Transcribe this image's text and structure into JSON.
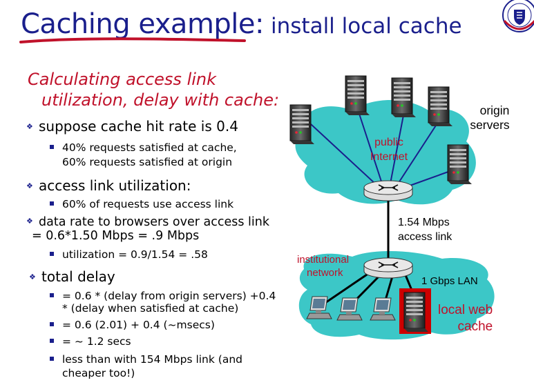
{
  "title": {
    "main": "Caching example:",
    "sub": "install local cache"
  },
  "subtitle": {
    "line1": "Calculating access link",
    "line2": "utilization, delay with cache:"
  },
  "bullets": {
    "hit_rate": "suppose cache hit rate is 0.4",
    "hit_rate_sub1": "40% requests satisfied at cache,",
    "hit_rate_sub2": "60% requests satisfied at origin",
    "util": "access link utilization:",
    "util_sub": "60% of requests use access link",
    "rate_line1": "data rate to browsers over access link",
    "rate_line2": "= 0.6*1.50 Mbps = .9 Mbps",
    "rate_sub": "utilization = 0.9/1.54 = .58",
    "delay": "total delay",
    "delay_sub1a": "= 0.6 * (delay from origin servers) +0.4",
    "delay_sub1b": "* (delay when satisfied at cache)",
    "delay_sub2": "= 0.6 (2.01) + 0.4 (~msecs)",
    "delay_sub3": "= ~ 1.2 secs",
    "delay_sub4a": "less than with 154 Mbps link (and",
    "delay_sub4b": "cheaper too!)"
  },
  "diagram": {
    "origin_line1": "origin",
    "origin_line2": "servers",
    "public_line1": "public",
    "public_line2": "Internet",
    "link_line1": "1.54 Mbps",
    "link_line2": "access link",
    "inst_line1": "institutional",
    "inst_line2": "network",
    "lan": "1 Gbps LAN",
    "cache_line1": "local web",
    "cache_line2": "cache"
  },
  "colors": {
    "title": "#1a1f8c",
    "accent_red": "#c0112a",
    "cloud": "#3cc7c7",
    "cache_box": "#cc0000"
  }
}
